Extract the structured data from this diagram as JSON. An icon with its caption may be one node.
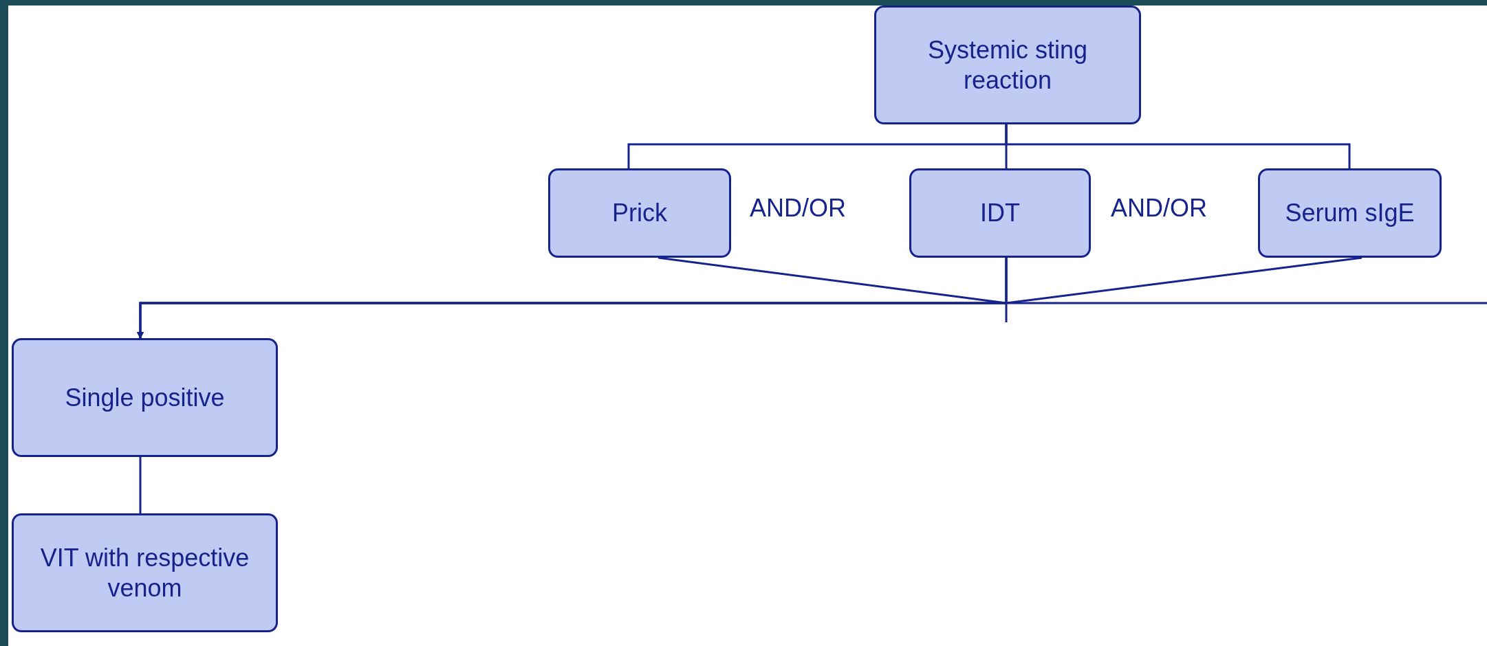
{
  "diagram": {
    "nodes": [
      {
        "text": [
          "Systemic sting reaction"
        ]
      },
      {
        "text": [
          "Prick"
        ]
      },
      {
        "text": [
          "IDT"
        ]
      },
      {
        "text": [
          "Serum sIgE"
        ]
      },
      {
        "text": [
          "Single positive"
        ]
      },
      {
        "text": [
          "VIT with respective venom"
        ]
      }
    ],
    "edges": [
      {
        "from": 0,
        "to": 1,
        "arrow": "none"
      },
      {
        "from": 0,
        "to": 2,
        "arrow": "none"
      },
      {
        "from": 0,
        "to": 3,
        "arrow": "none"
      },
      {
        "from": 1,
        "to": 4,
        "arrow": "to"
      },
      {
        "from": 2,
        "to": 4,
        "arrow": "to"
      },
      {
        "from": 3,
        "to": 4,
        "arrow": "to"
      },
      {
        "from": 4,
        "to": 5,
        "arrow": "none"
      },
      {
        "from": 2,
        "to": null,
        "arrow": "none"
      },
      {
        "from": 2,
        "to": null,
        "arrow": "none"
      }
    ],
    "labels": [
      "AND/OR",
      "AND/OR"
    ]
  }
}
